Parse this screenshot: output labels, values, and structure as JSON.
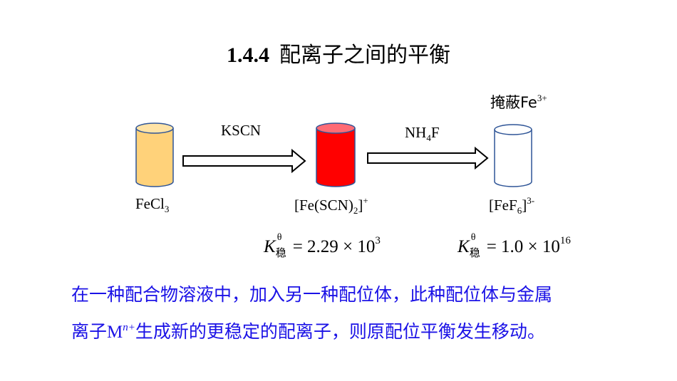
{
  "title": {
    "number": "1.4.4",
    "text": "配离子之间的平衡"
  },
  "reagents": {
    "first": "KSCN",
    "second_main": "NH",
    "second_sub": "4",
    "second_tail": "F"
  },
  "masking_note": {
    "text": "掩蔽Fe",
    "sup": "3+"
  },
  "species": {
    "fecl3": {
      "main": "FeCl",
      "sub": "3"
    },
    "fescn": {
      "main": "[Fe(SCN)",
      "sub": "2",
      "tail": "]",
      "sup": "+"
    },
    "fef6": {
      "main": "[FeF",
      "sub": "6",
      "tail": "]",
      "sup": "3-"
    }
  },
  "constants": {
    "k1": {
      "symbol": "K",
      "theta": "θ",
      "stable": "稳",
      "mantissa": "=  2.29 × 10",
      "exponent": "3"
    },
    "k2": {
      "symbol": "K",
      "theta": "θ",
      "stable": "稳",
      "mantissa": "=  1.0 × 10",
      "exponent": "16"
    }
  },
  "paragraph": {
    "line1": "在一种配合物溶液中，加入另一种配位体，此种配位体与金属",
    "line2_a": "离子",
    "line2_m": "M",
    "line2_exp": "n+",
    "line2_b": "生成新的更稳定的配离子，则原配位平衡发生移动。"
  },
  "colors": {
    "beaker_fecl3": "#ffd27a",
    "beaker_fescn": "#ff0000",
    "beaker_fef6": "#ffffff",
    "beaker_outline": "#2f5597",
    "paragraph": "#1b12e6"
  }
}
